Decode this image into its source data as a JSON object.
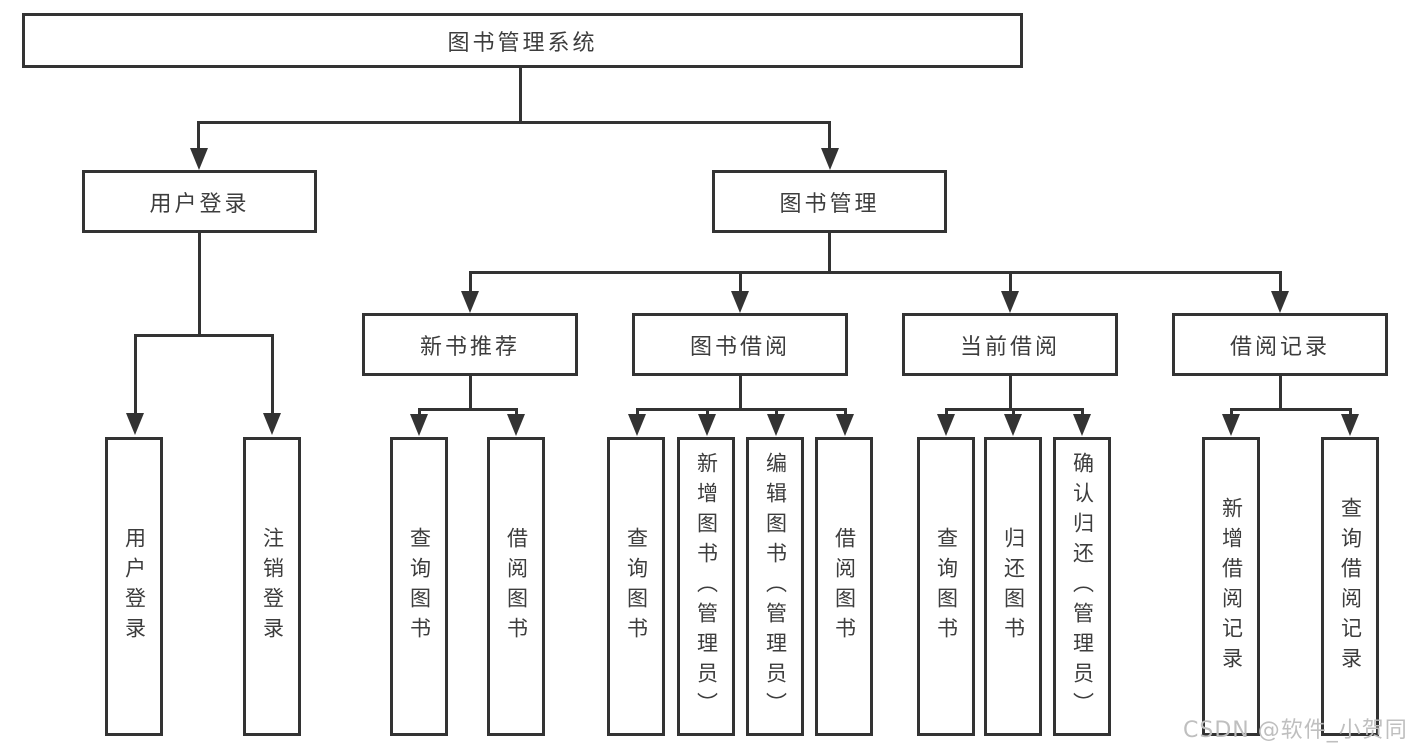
{
  "diagram": {
    "type": "hierarchy-tree",
    "root": {
      "label": "图书管理系统",
      "children": [
        {
          "label": "用户登录",
          "children": [
            {
              "label": "用户登录"
            },
            {
              "label": "注销登录"
            }
          ]
        },
        {
          "label": "图书管理",
          "children": [
            {
              "label": "新书推荐",
              "children": [
                {
                  "label": "查询图书"
                },
                {
                  "label": "借阅图书"
                }
              ]
            },
            {
              "label": "图书借阅",
              "children": [
                {
                  "label": "查询图书"
                },
                {
                  "label": "新增图书（管理员）"
                },
                {
                  "label": "编辑图书（管理员）"
                },
                {
                  "label": "借阅图书"
                }
              ]
            },
            {
              "label": "当前借阅",
              "children": [
                {
                  "label": "查询图书"
                },
                {
                  "label": "归还图书"
                },
                {
                  "label": "确认归还（管理员）"
                }
              ]
            },
            {
              "label": "借阅记录",
              "children": [
                {
                  "label": "新增借阅记录"
                },
                {
                  "label": "查询借阅记录"
                }
              ]
            }
          ]
        }
      ]
    }
  },
  "watermark": {
    "text": "CSDN @软件_小贺同学"
  },
  "colors": {
    "line": "#333333",
    "box_border": "#333333",
    "text": "#3d3d3d",
    "watermark": "#bfbfbf",
    "background": "#ffffff"
  }
}
